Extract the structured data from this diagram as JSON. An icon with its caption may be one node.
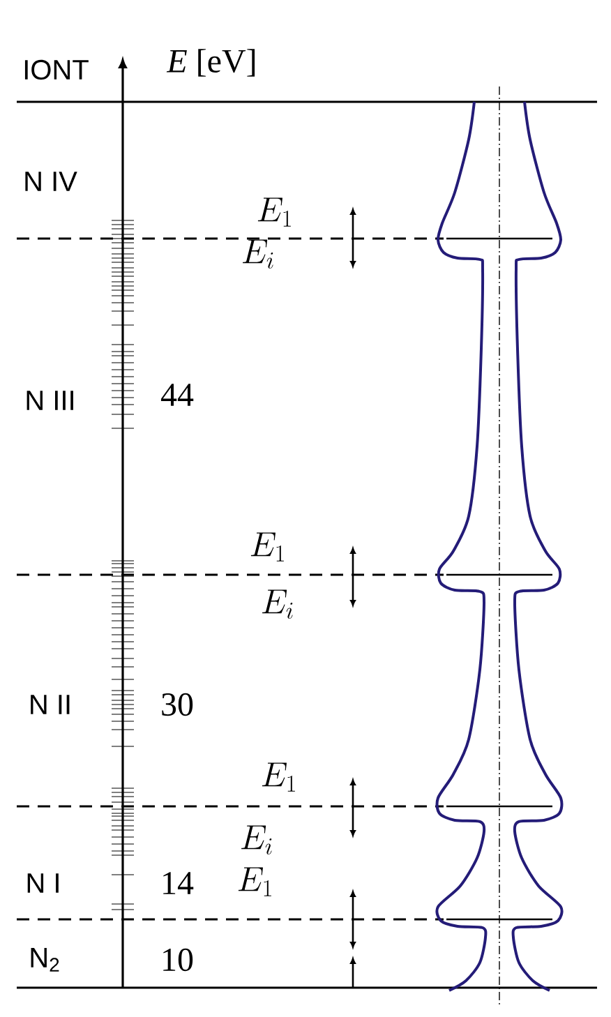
{
  "diagram": {
    "labels": [
      "IONT",
      "*E* [eV]",
      "N IV",
      "E_1",
      "E_i",
      "N III",
      "44",
      "E_1",
      "E_i",
      "N II",
      "30",
      "E_1",
      "E_i",
      "N I",
      "14",
      "E_1",
      "N$_{2}$",
      "10"
    ]
  }
}
